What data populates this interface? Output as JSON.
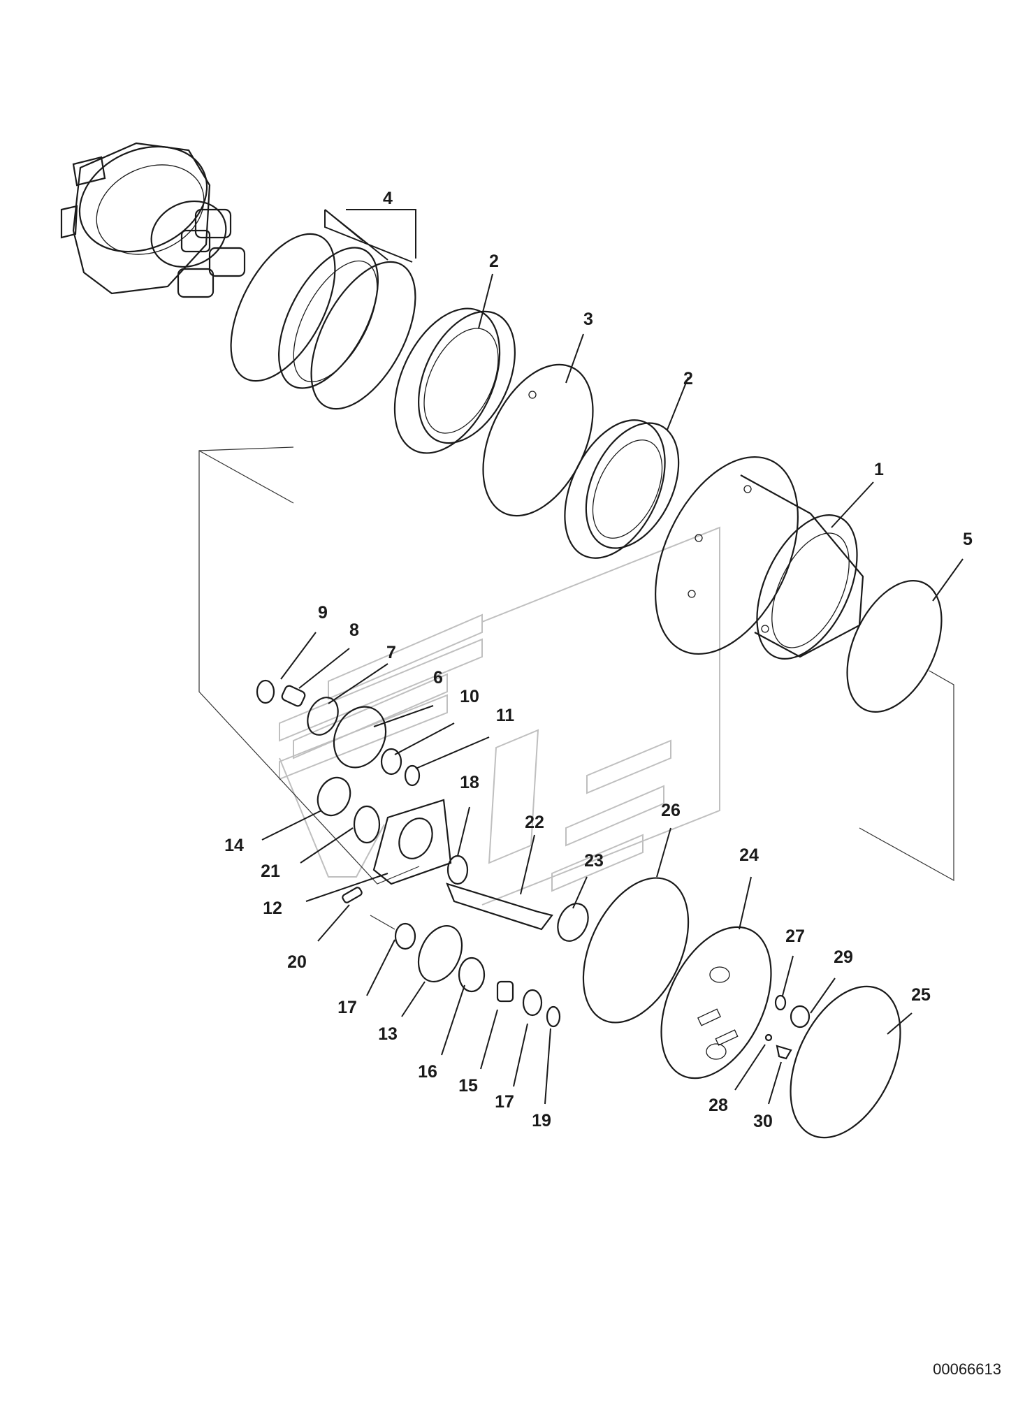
{
  "drawing_number": "00066613",
  "callouts": [
    {
      "id": "4",
      "label": "4"
    },
    {
      "id": "2a",
      "label": "2"
    },
    {
      "id": "3",
      "label": "3"
    },
    {
      "id": "2b",
      "label": "2"
    },
    {
      "id": "1",
      "label": "1"
    },
    {
      "id": "5",
      "label": "5"
    },
    {
      "id": "9",
      "label": "9"
    },
    {
      "id": "8",
      "label": "8"
    },
    {
      "id": "7",
      "label": "7"
    },
    {
      "id": "6",
      "label": "6"
    },
    {
      "id": "10",
      "label": "10"
    },
    {
      "id": "11",
      "label": "11"
    },
    {
      "id": "18",
      "label": "18"
    },
    {
      "id": "14",
      "label": "14"
    },
    {
      "id": "21",
      "label": "21"
    },
    {
      "id": "12",
      "label": "12"
    },
    {
      "id": "20",
      "label": "20"
    },
    {
      "id": "22",
      "label": "22"
    },
    {
      "id": "23",
      "label": "23"
    },
    {
      "id": "26",
      "label": "26"
    },
    {
      "id": "24",
      "label": "24"
    },
    {
      "id": "27",
      "label": "27"
    },
    {
      "id": "29",
      "label": "29"
    },
    {
      "id": "25",
      "label": "25"
    },
    {
      "id": "17a",
      "label": "17"
    },
    {
      "id": "13",
      "label": "13"
    },
    {
      "id": "16",
      "label": "16"
    },
    {
      "id": "15",
      "label": "15"
    },
    {
      "id": "17b",
      "label": "17"
    },
    {
      "id": "19",
      "label": "19"
    },
    {
      "id": "28",
      "label": "28"
    },
    {
      "id": "30",
      "label": "30"
    }
  ]
}
